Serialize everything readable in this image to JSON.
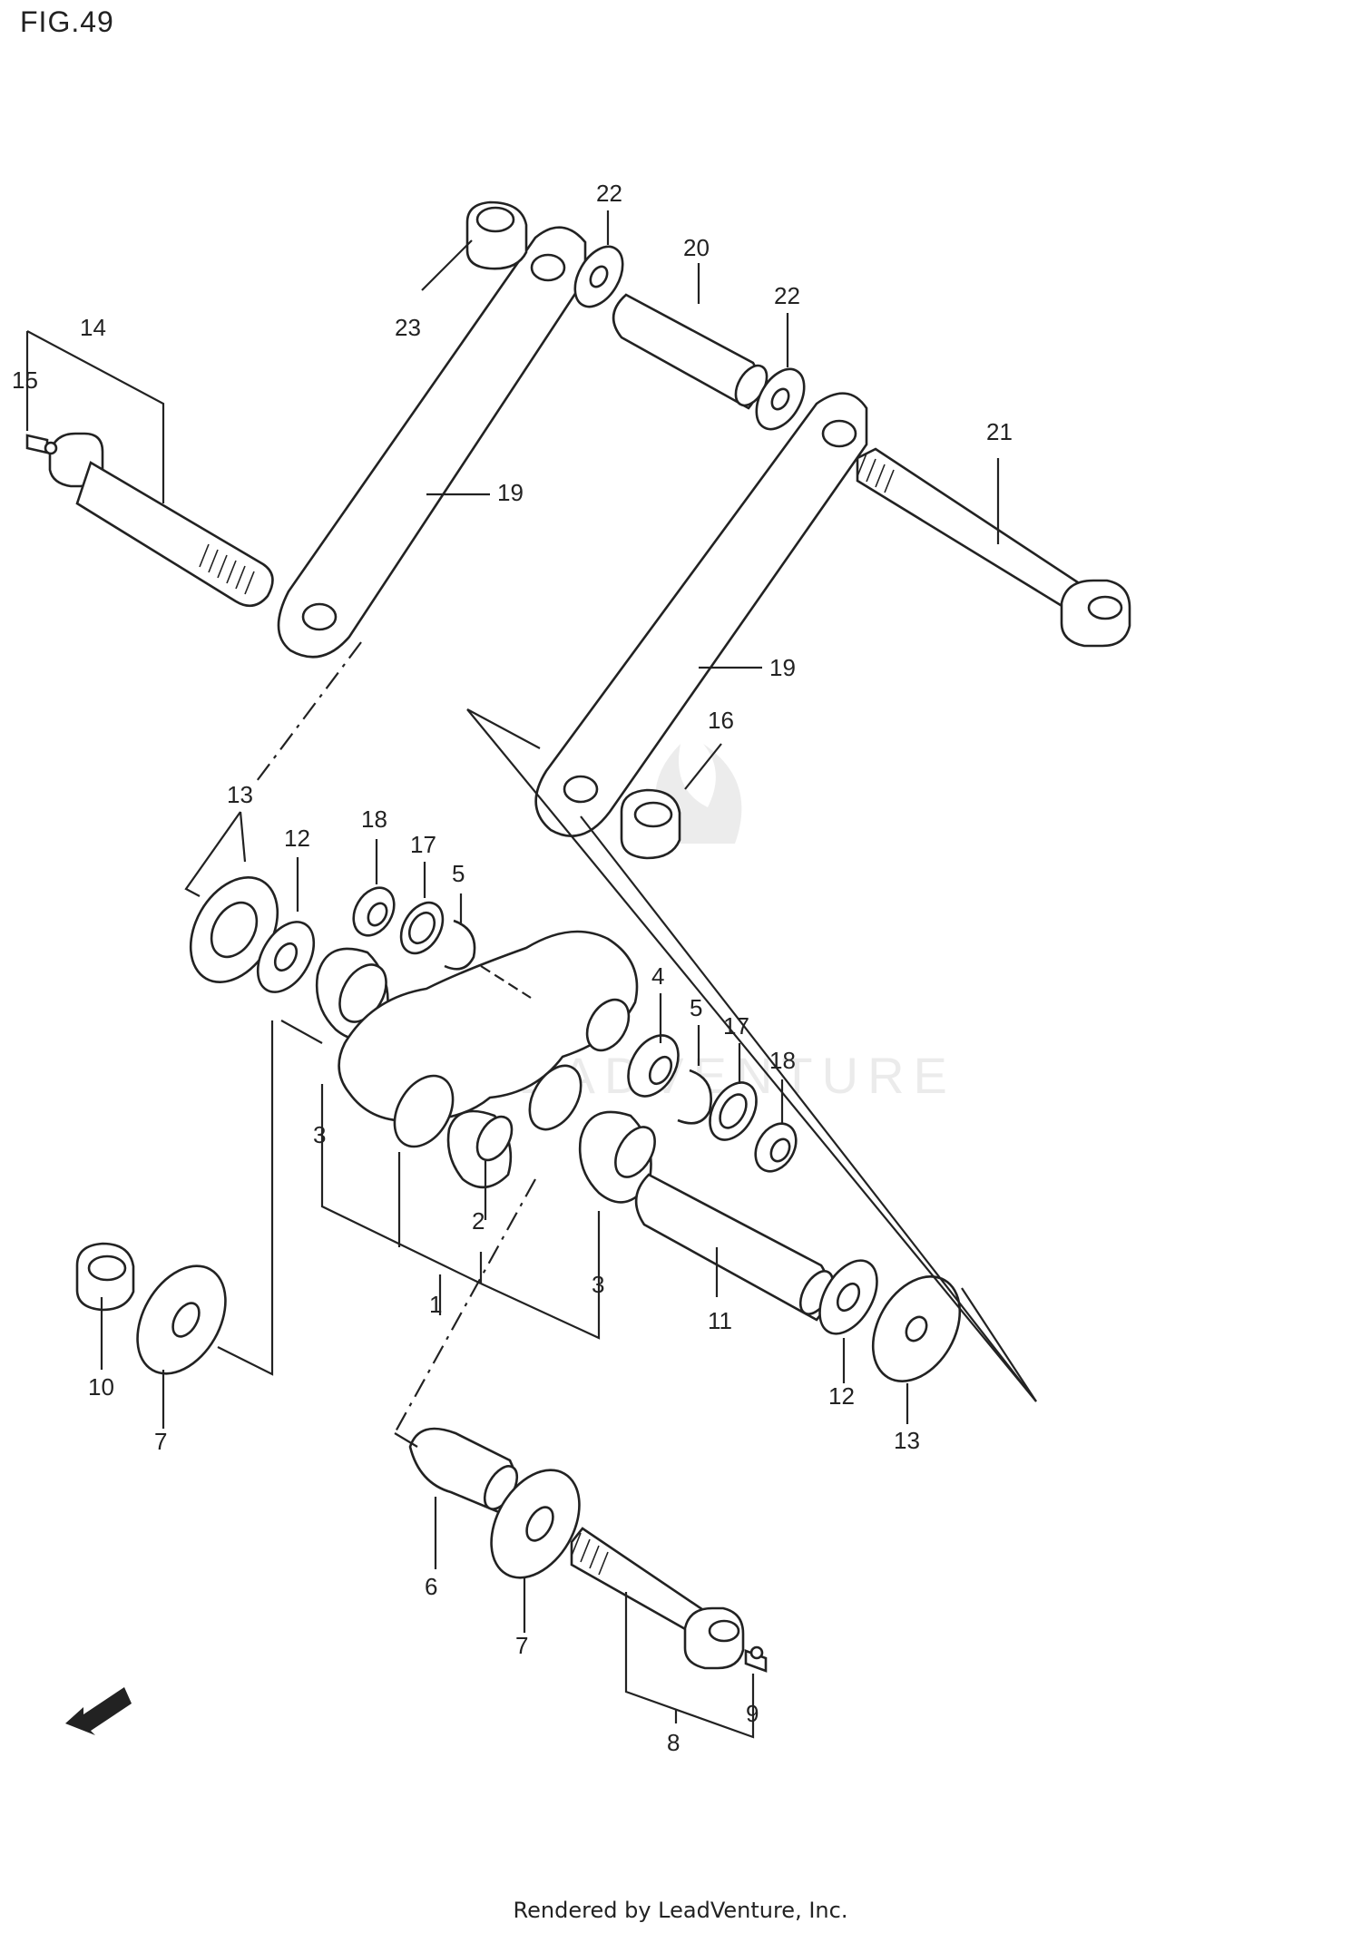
{
  "figure": {
    "title": "FIG.49"
  },
  "footer": {
    "text": "Rendered by LeadVenture, Inc."
  },
  "watermark": {
    "text": "LEADVENTURE"
  },
  "fwd_label": "FWD",
  "callouts": {
    "c1": "1",
    "c2": "2",
    "c3a": "3",
    "c3b": "3",
    "c4": "4",
    "c5a": "5",
    "c5b": "5",
    "c6": "6",
    "c7a": "7",
    "c7b": "7",
    "c8": "8",
    "c9": "9",
    "c10": "10",
    "c11": "11",
    "c12a": "12",
    "c12b": "12",
    "c13a": "13",
    "c13b": "13",
    "c14": "14",
    "c15": "15",
    "c16": "16",
    "c17a": "17",
    "c17b": "17",
    "c18a": "18",
    "c18b": "18",
    "c19a": "19",
    "c19b": "19",
    "c20": "20",
    "c21": "21",
    "c22a": "22",
    "c22b": "22",
    "c23": "23"
  }
}
